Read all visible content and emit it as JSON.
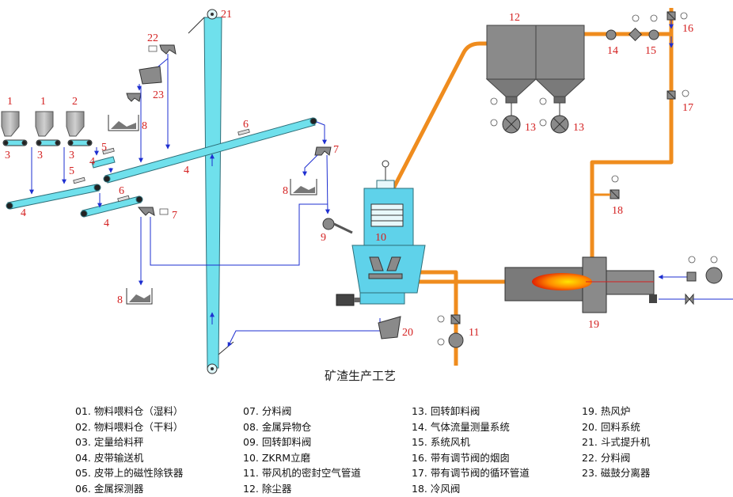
{
  "caption": "矿渣生产工艺",
  "component_numbers": {
    "n1a": "1",
    "n1b": "1",
    "n2": "2",
    "n3a": "3",
    "n3b": "3",
    "n3c": "3",
    "n4a": "4",
    "n4b": "4",
    "n4c": "4",
    "n4d": "4",
    "n5a": "5",
    "n5b": "5",
    "n6a": "6",
    "n6b": "6",
    "n7a": "7",
    "n7b": "7",
    "n8a": "8",
    "n8b": "8",
    "n8c": "8",
    "n9": "9",
    "n10": "10",
    "n11": "11",
    "n12": "12",
    "n13a": "13",
    "n13b": "13",
    "n14": "14",
    "n15": "15",
    "n16": "16",
    "n17": "17",
    "n18": "18",
    "n19": "19",
    "n20": "20",
    "n21": "21",
    "n22": "22",
    "n23": "23"
  },
  "legend": {
    "col1": [
      "01. 物料喂料仓（湿料）",
      "02. 物料喂料仓（干料）",
      "03. 定量给料秤",
      "04. 皮带输送机",
      "05. 皮带上的磁性除铁器",
      "06. 金属探测器"
    ],
    "col2": [
      "07. 分料阀",
      "08. 金属异物仓",
      "09. 回转卸料阀",
      "10. ZKRM立磨",
      "11. 带风机的密封空气管道",
      "12. 除尘器"
    ],
    "col3": [
      "13. 回转卸料阀",
      "14. 气体流量测量系统",
      "15. 系统风机",
      "16. 带有调节阀的烟囱",
      "17. 带有调节阀的循环管道",
      "18. 冷风阀"
    ],
    "col4": [
      "19. 热风炉",
      "20. 回料系统",
      "21. 斗式提升机",
      "22. 分料阀",
      "23. 磁鼓分离器"
    ]
  },
  "colors": {
    "conveyor": "#6fe0ec",
    "mill": "#5fd2ea",
    "pipe": "#ef8c1e",
    "flow_line": "#1e2fd0",
    "equipment_gray": "#8a8a8a",
    "number_red": "#d42020"
  }
}
